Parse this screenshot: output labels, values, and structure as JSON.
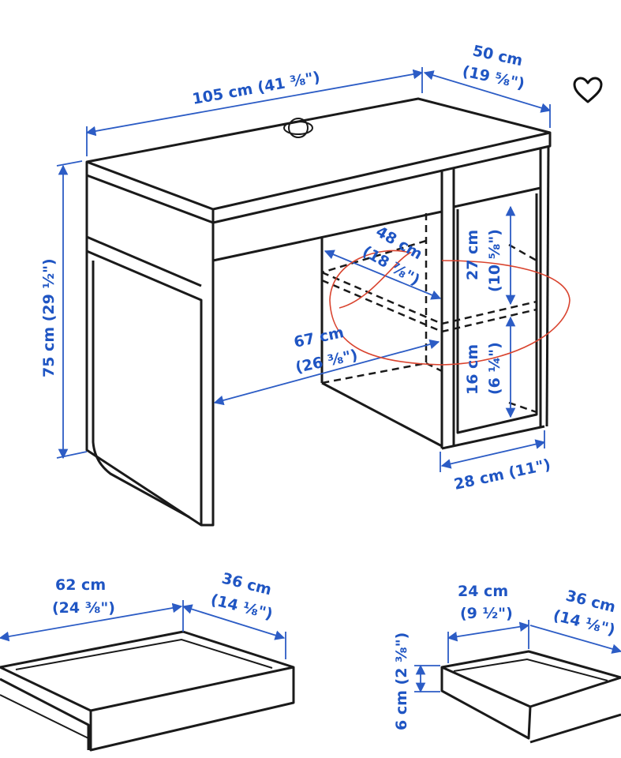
{
  "desk": {
    "width": "105 cm (41 ⅜\")",
    "depth_cm": "50 cm",
    "depth_in": "(19 ⅝\")",
    "height": "75 cm (29 ½\")",
    "shelf_depth_cm": "48 cm",
    "shelf_depth_in": "(18 ⅞\")",
    "leg_space_cm": "67 cm",
    "leg_space_in": "(26 ⅜\")",
    "upper_height_cm": "27 cm",
    "upper_height_in": "(10 ⅝\")",
    "lower_height_cm": "16 cm",
    "lower_height_in": "(6 ¼\")",
    "cabinet_width": "28 cm (11\")"
  },
  "drawer_large": {
    "width_cm": "62 cm",
    "width_in": "(24 ⅜\")",
    "depth_cm": "36 cm",
    "depth_in": "(14 ⅛\")"
  },
  "drawer_small": {
    "width_cm": "24 cm",
    "width_in": "(9 ½\")",
    "depth_cm": "36 cm",
    "depth_in": "(14 ⅛\")",
    "height": "6 cm (2 ⅜\")"
  },
  "colors": {
    "dimension": "#1f55c3",
    "annotation": "#d9442f"
  },
  "icons": {
    "favorite": "heart-icon"
  }
}
